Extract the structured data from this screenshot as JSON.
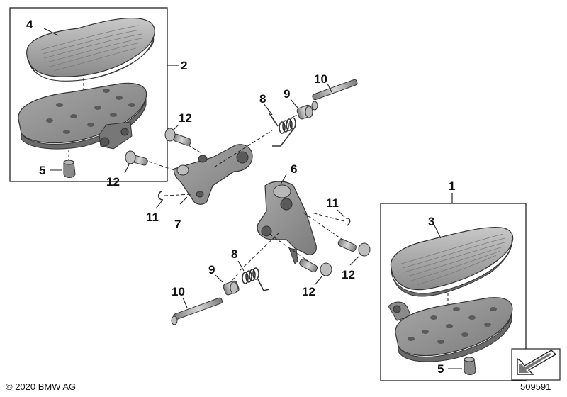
{
  "diagram": {
    "callouts": [
      {
        "id": "c1",
        "text": "1"
      },
      {
        "id": "c2",
        "text": "2"
      },
      {
        "id": "c3",
        "text": "3"
      },
      {
        "id": "c4",
        "text": "4"
      },
      {
        "id": "c5a",
        "text": "5"
      },
      {
        "id": "c5b",
        "text": "5"
      },
      {
        "id": "c6",
        "text": "6"
      },
      {
        "id": "c7",
        "text": "7"
      },
      {
        "id": "c8a",
        "text": "8"
      },
      {
        "id": "c8b",
        "text": "8"
      },
      {
        "id": "c9a",
        "text": "9"
      },
      {
        "id": "c9b",
        "text": "9"
      },
      {
        "id": "c10a",
        "text": "10"
      },
      {
        "id": "c10b",
        "text": "10"
      },
      {
        "id": "c11a",
        "text": "11"
      },
      {
        "id": "c11b",
        "text": "11"
      },
      {
        "id": "c12a",
        "text": "12"
      },
      {
        "id": "c12b",
        "text": "12"
      },
      {
        "id": "c12c",
        "text": "12"
      },
      {
        "id": "c12d",
        "text": "12"
      }
    ]
  },
  "footer": {
    "copyright": "© 2020 BMW AG",
    "doc_number": "509591"
  },
  "colors": {
    "part_fill": "#9a9a9a",
    "part_dark": "#6e6e6e",
    "part_light": "#c4c4c4",
    "line": "#222222"
  }
}
